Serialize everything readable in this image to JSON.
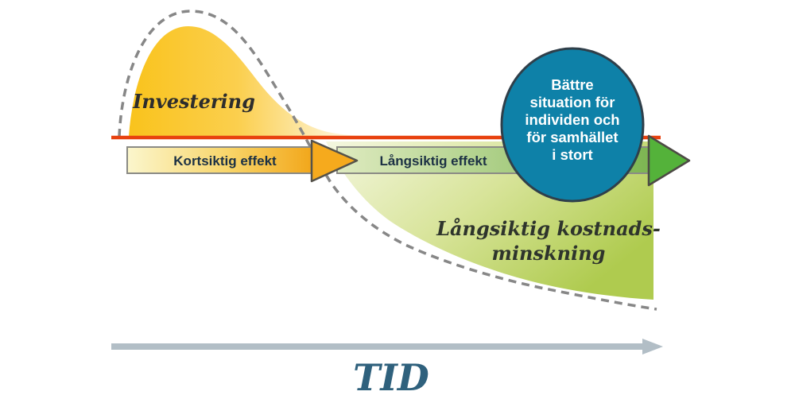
{
  "labels": {
    "investment": "Investering",
    "short_term": "Kortsiktig effekt",
    "long_term": "Långsiktig effekt",
    "cost_reduction": [
      "Långsiktig kostnads-",
      "minskning"
    ],
    "outcome_circle": [
      "Bättre",
      "situation för",
      "individen och",
      "för samhället",
      "i stort"
    ],
    "time_axis": "TID"
  },
  "colors": {
    "investment_yellow": "#F9C31C",
    "short_term_banner_start": "#FBF6CD",
    "short_term_banner_end": "#F2A71B",
    "short_term_arrowhead": "#F6AA1D",
    "long_term_banner_start": "#DEEABF",
    "long_term_banner_end": "#7CB551",
    "long_term_arrowhead": "#54B23A",
    "cost_area_green": "#B4CE58",
    "baseline_red": "#E8420F",
    "outcome_circle_blue": "#0E81A8",
    "dashed_curve_gray": "#878787",
    "time_arrow_gray": "#B2BEC6",
    "banner_text_navy": "#1C3144",
    "time_label_teal": "#2F617D"
  }
}
